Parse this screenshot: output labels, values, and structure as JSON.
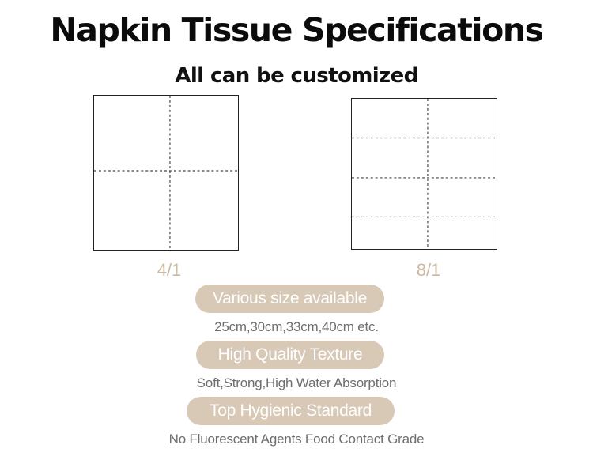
{
  "header": {
    "title": "Napkin Tissue Specifications",
    "subtitle": "All can be customized"
  },
  "folds": [
    {
      "label": "4/1"
    },
    {
      "label": "8/1"
    }
  ],
  "features": [
    {
      "badge": "Various size available",
      "detail": "25cm,30cm,33cm,40cm etc."
    },
    {
      "badge": "High Quality Texture",
      "detail": "Soft,Strong,High Water Absorption"
    },
    {
      "badge": "Top Hygienic Standard",
      "detail": "No Fluorescent Agents Food Contact Grade"
    }
  ],
  "colors": {
    "badge_background": "#d7c9b6",
    "fold_label": "#cbb9a2",
    "detail_text": "#6e6e6e"
  }
}
